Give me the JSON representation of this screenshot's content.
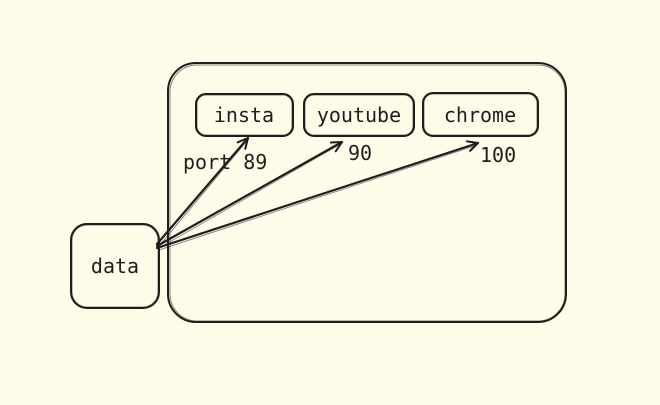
{
  "diagram": {
    "stroke_color": "#1e1e1e",
    "background_color": "#fefbe9",
    "device": {
      "label": "data"
    },
    "host": {
      "label": ""
    },
    "apps": [
      {
        "id": "insta",
        "label": "insta",
        "port_label": "port 89"
      },
      {
        "id": "youtube",
        "label": "youtube",
        "port_label": "90"
      },
      {
        "id": "chrome",
        "label": "chrome",
        "port_label": "100"
      }
    ]
  }
}
